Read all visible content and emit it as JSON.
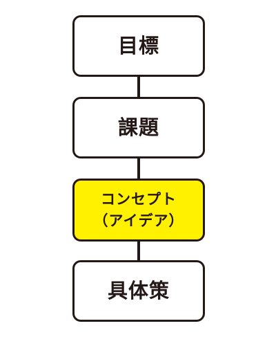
{
  "flow": {
    "steps": [
      {
        "label": "目標"
      },
      {
        "label": "課題"
      },
      {
        "line1": "コンセプト",
        "line2": "（アイデア）"
      },
      {
        "label": "具体策"
      }
    ],
    "highlight_color": "#fff100",
    "line_color": "#231815"
  }
}
